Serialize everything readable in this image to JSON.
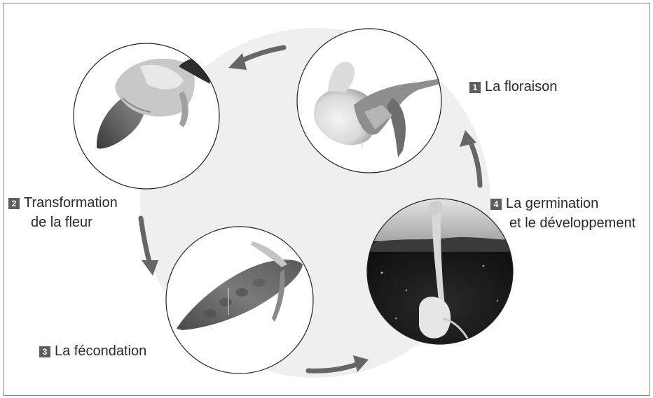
{
  "colors": {
    "background_disc": "#efefef",
    "arrow": "#666666",
    "badge": "#5e5e5e",
    "frame": "#8a8a8a"
  },
  "stages": [
    {
      "number": "1",
      "lines": [
        "La floraison"
      ],
      "photo": "pea-flower"
    },
    {
      "number": "2",
      "lines": [
        "Transformation",
        "de la fleur"
      ],
      "photo": "pod-with-wilted-flower"
    },
    {
      "number": "3",
      "lines": [
        "La fécondation"
      ],
      "photo": "mature-pea-pod"
    },
    {
      "number": "4",
      "lines": [
        "La germination",
        "et le développement"
      ],
      "photo": "germinating-seedling"
    }
  ]
}
